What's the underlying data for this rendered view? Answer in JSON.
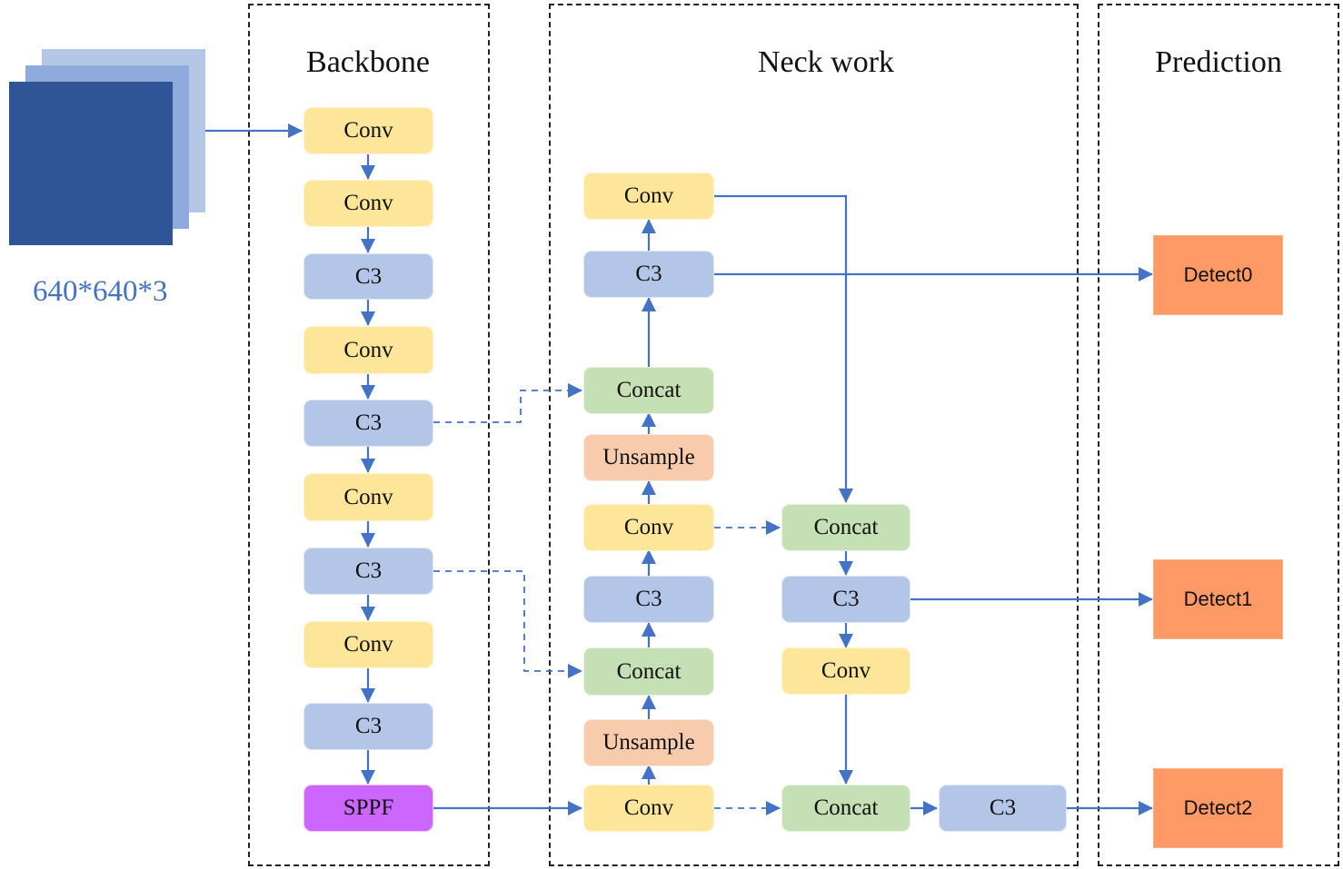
{
  "input": {
    "size_label": "640*640*3",
    "colors": [
      "#b4c7e7",
      "#8faadc",
      "#2f5597"
    ]
  },
  "panels": {
    "backbone_title": "Backbone",
    "neck_title": "Neck work",
    "prediction_title": "Prediction"
  },
  "backbone": [
    {
      "label": "Conv",
      "kind": "conv"
    },
    {
      "label": "Conv",
      "kind": "conv"
    },
    {
      "label": "C3",
      "kind": "c3"
    },
    {
      "label": "Conv",
      "kind": "conv"
    },
    {
      "label": "C3",
      "kind": "c3"
    },
    {
      "label": "Conv",
      "kind": "conv"
    },
    {
      "label": "C3",
      "kind": "c3"
    },
    {
      "label": "Conv",
      "kind": "conv"
    },
    {
      "label": "C3",
      "kind": "c3"
    },
    {
      "label": "SPPF",
      "kind": "sppf"
    }
  ],
  "neck": {
    "col1": [
      {
        "label": "Conv",
        "kind": "conv"
      },
      {
        "label": "C3",
        "kind": "c3"
      },
      {
        "label": "Concat",
        "kind": "concat"
      },
      {
        "label": "Unsample",
        "kind": "ups"
      },
      {
        "label": "Conv",
        "kind": "conv"
      },
      {
        "label": "C3",
        "kind": "c3"
      },
      {
        "label": "Concat",
        "kind": "concat"
      },
      {
        "label": "Unsample",
        "kind": "ups"
      },
      {
        "label": "Conv",
        "kind": "conv"
      }
    ],
    "col2": [
      {
        "label": "Concat",
        "kind": "concat"
      },
      {
        "label": "C3",
        "kind": "c3"
      },
      {
        "label": "Conv",
        "kind": "conv"
      },
      {
        "label": "Concat",
        "kind": "concat"
      }
    ],
    "col3": [
      {
        "label": "C3",
        "kind": "c3"
      }
    ]
  },
  "prediction": [
    {
      "label": "Detect0"
    },
    {
      "label": "Detect1"
    },
    {
      "label": "Detect2"
    }
  ],
  "colors": {
    "arrow": "#4472c4",
    "conv": "#fde699",
    "c3": "#b4c6e7",
    "concat": "#c5e0b4",
    "unsample": "#f8cbad",
    "sppf": "#cc66ff",
    "detect": "#ff9966"
  }
}
